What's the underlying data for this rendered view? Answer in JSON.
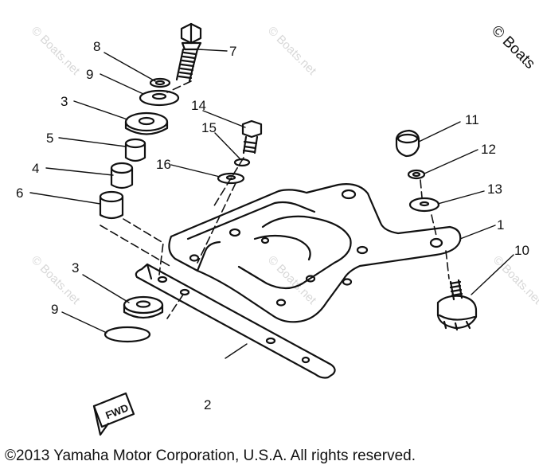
{
  "copyright": "©2013 Yamaha Motor Corporation, U.S.A. All rights reserved.",
  "watermark": "© Boats.net",
  "watermark_corner": "© Boats",
  "fwd_label": "FWD",
  "parts": {
    "p1": "1",
    "p2": "2",
    "p3a": "3",
    "p3b": "3",
    "p4": "4",
    "p5": "5",
    "p6": "6",
    "p7": "7",
    "p8": "8",
    "p9a": "9",
    "p9b": "9",
    "p10": "10",
    "p11": "11",
    "p12": "12",
    "p13": "13",
    "p14": "14",
    "p15": "15",
    "p16": "16"
  }
}
